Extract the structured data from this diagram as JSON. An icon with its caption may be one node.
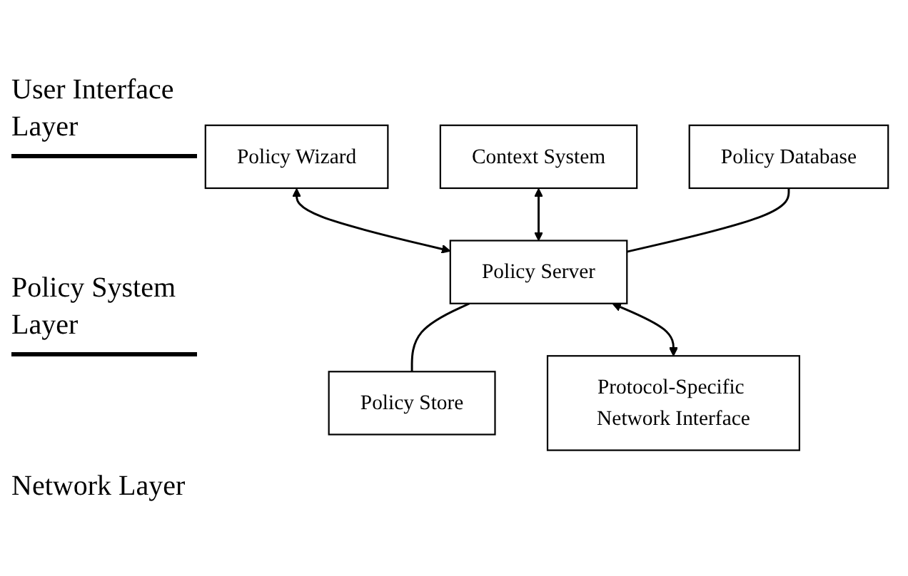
{
  "diagram": {
    "nodes": [
      {
        "text": [
          "Policy Wizard"
        ]
      },
      {
        "text": [
          "Context System"
        ]
      },
      {
        "text": [
          "Policy Database"
        ]
      },
      {
        "text": [
          "Policy Server"
        ]
      },
      {
        "text": [
          "Policy Store"
        ]
      },
      {
        "text": [
          "Protocol-Specific Network Interface"
        ]
      }
    ],
    "edges": [
      {
        "from": 0,
        "to": 3,
        "arrow": "both"
      },
      {
        "from": 1,
        "to": 3,
        "arrow": "both"
      },
      {
        "from": 2,
        "to": 3,
        "arrow": "none"
      },
      {
        "from": 3,
        "to": 4,
        "arrow": "none"
      },
      {
        "from": 3,
        "to": 5,
        "arrow": "both"
      }
    ],
    "labels": [
      "User Interface Layer",
      "Policy System Layer",
      "Network Layer"
    ]
  }
}
